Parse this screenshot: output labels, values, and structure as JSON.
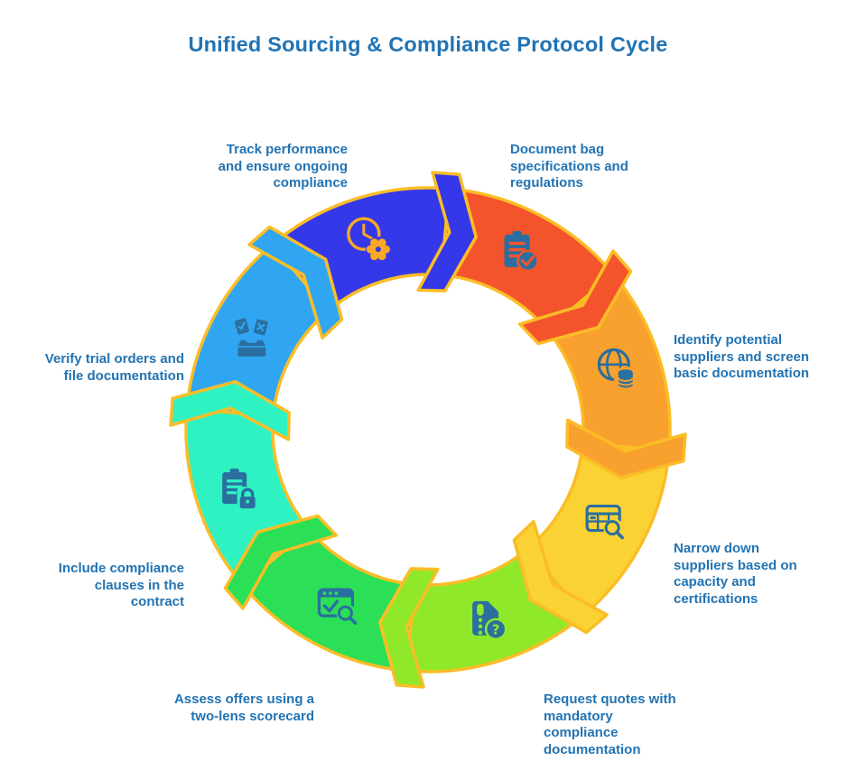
{
  "title": "Unified Sourcing & Compliance Protocol Cycle",
  "text_color": "#2273B2",
  "outline_color": "#FBBD26",
  "icon_color": "#2A6F9F",
  "steps": [
    {
      "id": "document-specs",
      "label": "Document bag\nspecifications and\nregulations",
      "color": "#F4542C",
      "icon": "clipboard-check"
    },
    {
      "id": "identify-suppliers",
      "label": "Identify potential\nsuppliers and screen\nbasic documentation",
      "color": "#F9A12E",
      "icon": "globe-database"
    },
    {
      "id": "narrow-suppliers",
      "label": "Narrow down\nsuppliers based on\ncapacity and\ncertifications",
      "color": "#FBD233",
      "icon": "table-search"
    },
    {
      "id": "request-quotes",
      "label": "Request quotes with\nmandatory\ncompliance\ndocumentation",
      "color": "#8FE829",
      "icon": "card-question"
    },
    {
      "id": "assess-offers",
      "label": "Assess offers using a\ntwo-lens scorecard",
      "color": "#2BDF56",
      "icon": "window-check-search"
    },
    {
      "id": "compliance-clauses",
      "label": "Include compliance\nclauses in the\ncontract",
      "color": "#2FF2C3",
      "icon": "clipboard-lock"
    },
    {
      "id": "verify-orders",
      "label": "Verify trial orders and\nfile documentation",
      "color": "#30A6F2",
      "icon": "sort-box"
    },
    {
      "id": "track-performance",
      "label": "Track performance\nand ensure ongoing\ncompliance",
      "color": "#3538E8",
      "icon": "clock-gear",
      "icon_color": "#F9A825"
    }
  ]
}
